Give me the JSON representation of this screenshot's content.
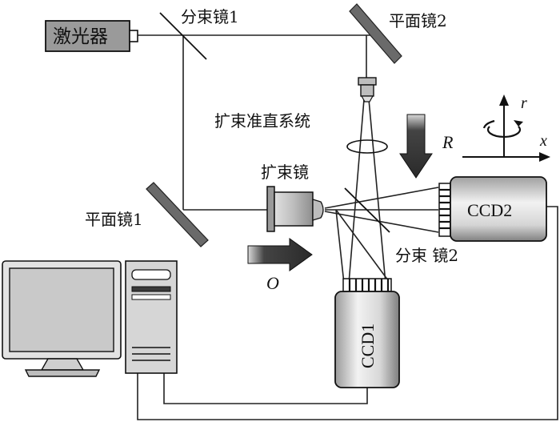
{
  "labels": {
    "laser": "激光器",
    "beam_splitter_1": "分束镜1",
    "mirror_2": "平面镜2",
    "collimator": "扩束准直系统",
    "beam_expander": "扩束镜",
    "mirror_1": "平面镜1",
    "beam_splitter_2": "分束 镜2",
    "ccd2": "CCD2",
    "ccd1": "CCD1",
    "object_beam": "O",
    "reference_beam": "R",
    "axis_r": "r",
    "axis_x": "x"
  },
  "colors": {
    "line": "#222222",
    "laser_box": "#9a9a9a",
    "mirror": "#6a6a6a",
    "arrow_dark": "#2f2f2f",
    "ccd_light": "#ececec",
    "ccd_dark": "#8c8c8c",
    "computer_body": "#d6d6d6",
    "screen": "#c9c9c9"
  }
}
